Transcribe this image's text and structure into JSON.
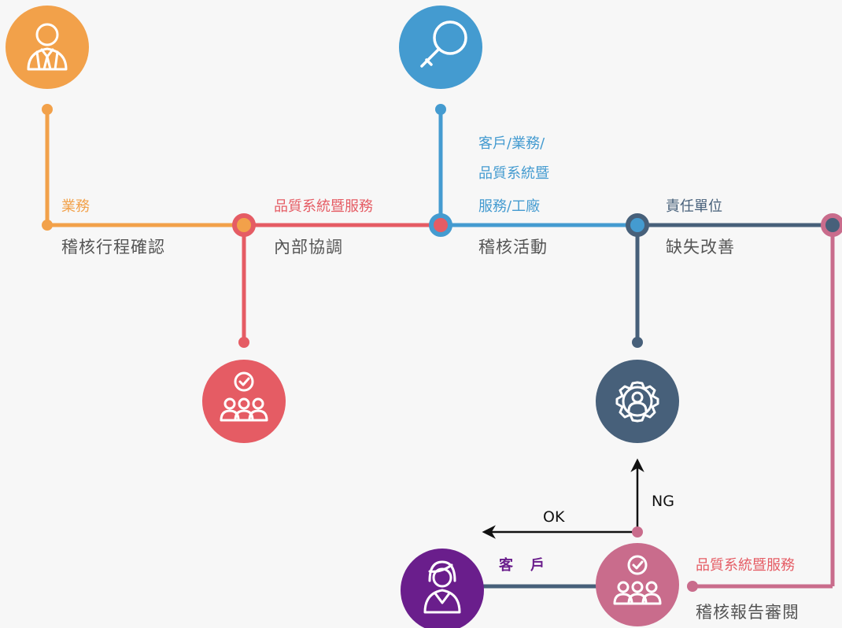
{
  "colors": {
    "orange": "#f2a14a",
    "red": "#e55c64",
    "blue": "#449bd0",
    "slate": "#47607a",
    "pink": "#c96c8c",
    "purple": "#6a1e8c",
    "text_gray": "#555555"
  },
  "stages": [
    {
      "role": "業務",
      "task": "稽核行程確認",
      "icon": "auditor-person-icon"
    },
    {
      "role": "品質系統暨服務",
      "task": "內部協調",
      "icon": "team-check-icon"
    },
    {
      "role_lines": [
        "客戶/業務/",
        "品質系統暨",
        "服務/工廠"
      ],
      "task": "稽核活動",
      "icon": "magnifier-icon"
    },
    {
      "role": "責任單位",
      "task": "缺失改善",
      "icon": "gear-person-icon"
    },
    {
      "role": "品質系統暨服務",
      "task": "稽核報告審閱",
      "icon": "team-check-icon"
    }
  ],
  "customer": {
    "label": "客　戶",
    "icon": "customer-woman-icon"
  },
  "decision": {
    "ok_label": "OK",
    "ng_label": "NG"
  }
}
